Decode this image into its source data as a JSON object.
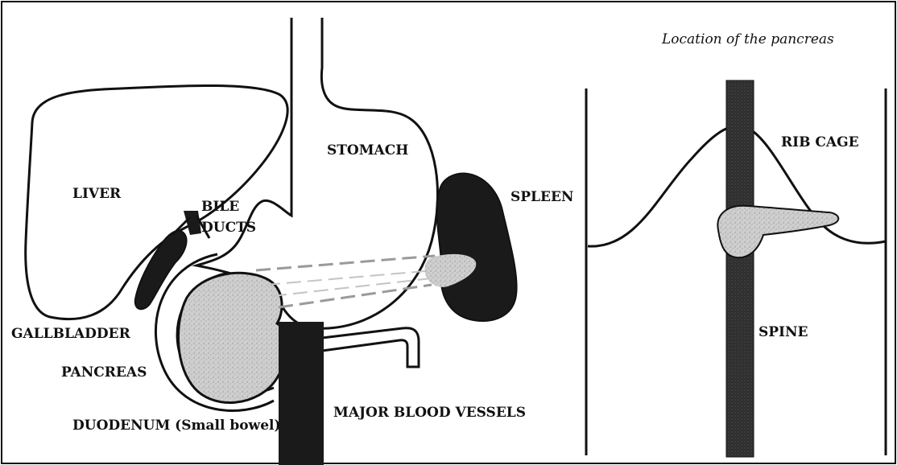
{
  "figure": {
    "right_panel_title": "Location of the pancreas"
  },
  "left_panel": {
    "labels": {
      "liver": "LIVER",
      "bile_ducts_line1": "BILE",
      "bile_ducts_line2": "DUCTS",
      "stomach": "STOMACH",
      "spleen": "SPLEEN",
      "gallbladder": "GALLBLADDER",
      "pancreas": "PANCREAS",
      "duodenum": "DUODENUM (Small bowel)",
      "blood_vessels": "MAJOR BLOOD VESSELS"
    }
  },
  "right_panel": {
    "labels": {
      "rib_cage": "RIB CAGE",
      "spine": "SPINE"
    }
  },
  "colors": {
    "outline": "#111111",
    "dark_fill": "#1a1a1a",
    "pancreas_fill": "#c8c8c8",
    "spine_fill": "#3a3a3a"
  }
}
